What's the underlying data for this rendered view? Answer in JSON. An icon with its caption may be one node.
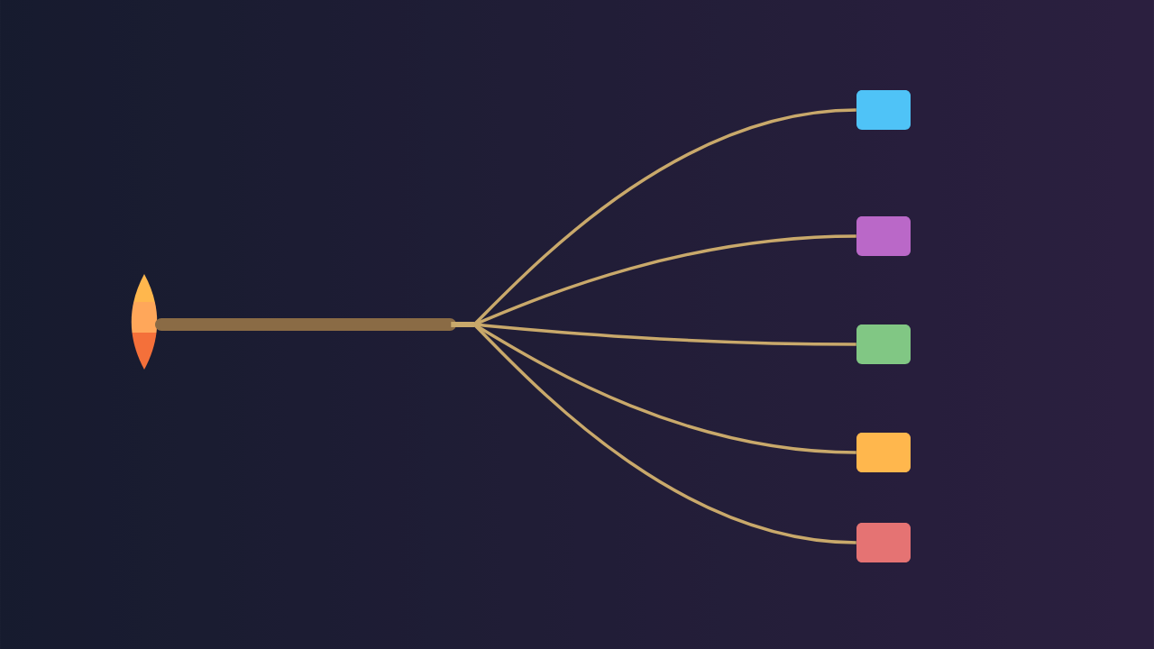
{
  "diagram": {
    "nodes": [
      {
        "text": [],
        "shape": "picture"
      },
      {
        "text": [],
        "shape": "bar"
      },
      {
        "text": [],
        "shape": "box"
      },
      {
        "text": [],
        "shape": "box"
      },
      {
        "text": [],
        "shape": "box"
      },
      {
        "text": [],
        "shape": "box"
      },
      {
        "text": [],
        "shape": "box"
      }
    ],
    "edges": [
      {
        "from": 1,
        "to": 2,
        "arrow": "none"
      },
      {
        "from": 1,
        "to": 3,
        "arrow": "none"
      },
      {
        "from": 1,
        "to": 4,
        "arrow": "none"
      },
      {
        "from": 1,
        "to": 5,
        "arrow": "none"
      },
      {
        "from": 1,
        "to": 6,
        "arrow": "none"
      }
    ]
  }
}
